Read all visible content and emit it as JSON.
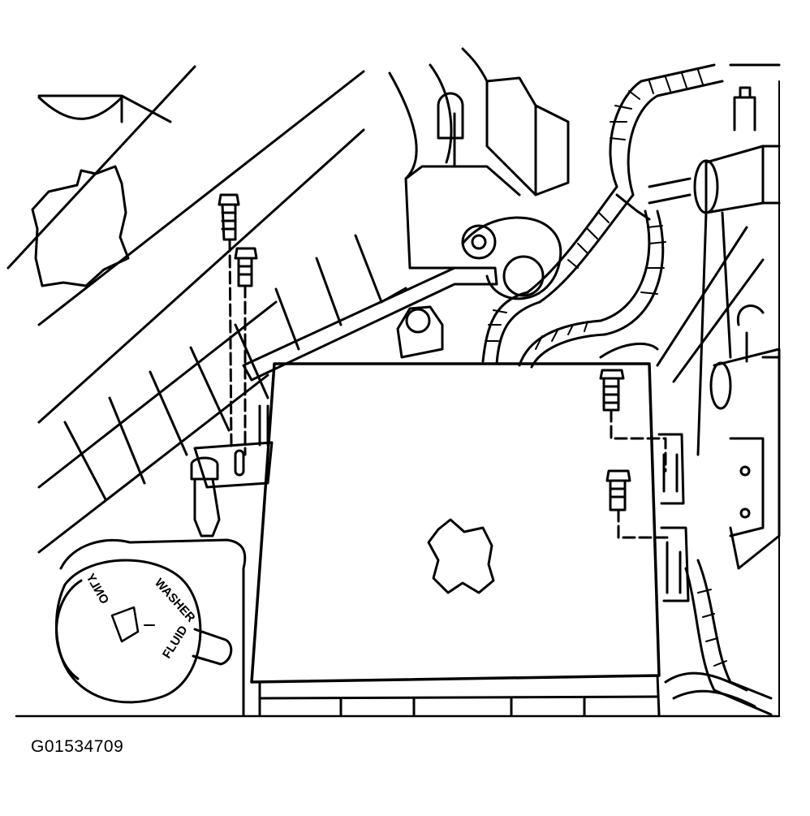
{
  "figure_id": "G01534709",
  "cap_text": {
    "word_1": "WASHER",
    "word_2": "FLUID",
    "word_3": "ONLY"
  },
  "colors": {
    "ink": "#000000",
    "paper": "#ffffff"
  }
}
